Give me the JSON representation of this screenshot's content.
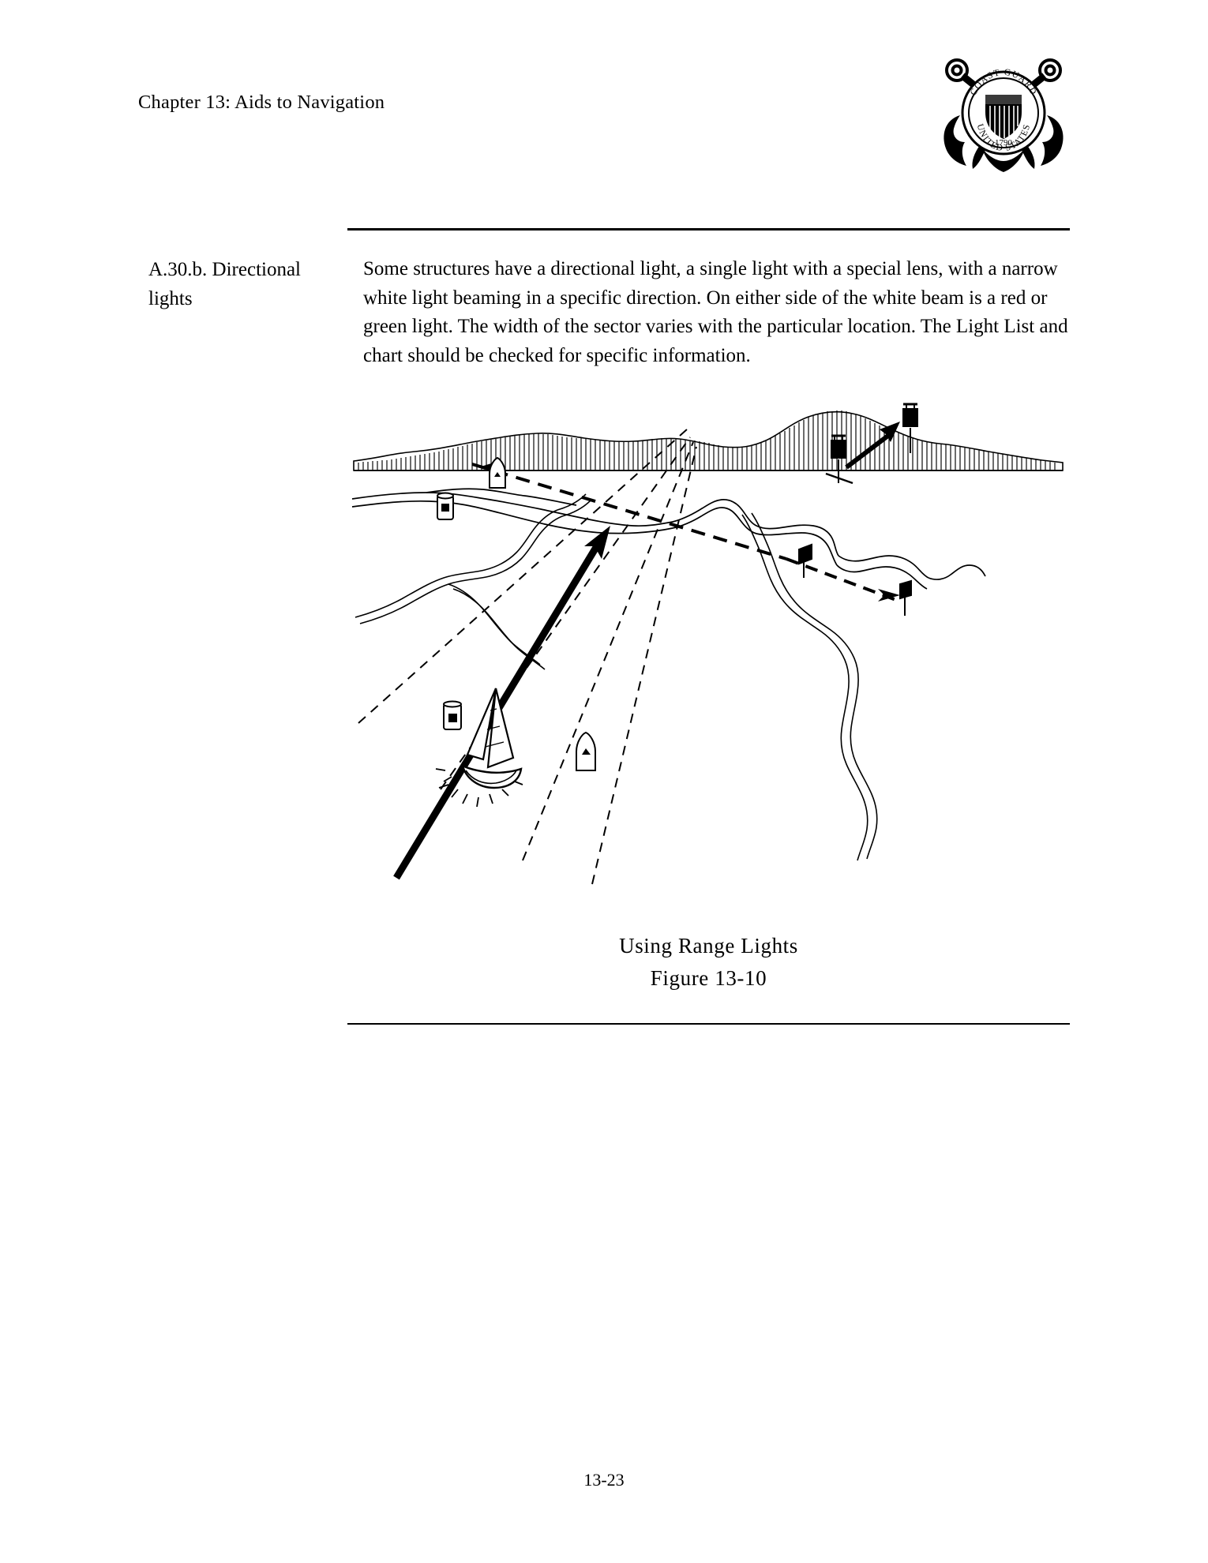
{
  "document": {
    "header_text": "Chapter 13:  Aids to Navigation",
    "seal_name": "us-coast-guard-seal",
    "seal_text_outer": "UNITED STATES COAST GUARD",
    "seal_text_year": "1790"
  },
  "section": {
    "label_line1": "A.30.b. Directional",
    "label_line2": "lights",
    "body": "Some structures have a directional light, a single light with a special lens, with a narrow white light beaming in a specific direction. On either side of the white beam is a red or green light. The width of the sector varies with the particular location. The Light List and chart should be checked for specific information."
  },
  "figure": {
    "caption_title": "Using Range Lights",
    "caption_number": "Figure 13-10",
    "elements": [
      "treeline-ridge",
      "shoreline",
      "channel-banks",
      "range-line-arrow",
      "sector-boundary-dashed-left",
      "sector-boundary-dashed-right",
      "front-range-light",
      "rear-range-light",
      "sailboat",
      "can-buoy-left",
      "nun-buoy-center",
      "nun-buoy-lower",
      "daybeacon-right-near",
      "daybeacon-right-far",
      "cross-bearing-dashed-line"
    ]
  },
  "footer": {
    "page_number": "13-23"
  },
  "colors": {
    "ink": "#000000",
    "paper": "#ffffff"
  }
}
